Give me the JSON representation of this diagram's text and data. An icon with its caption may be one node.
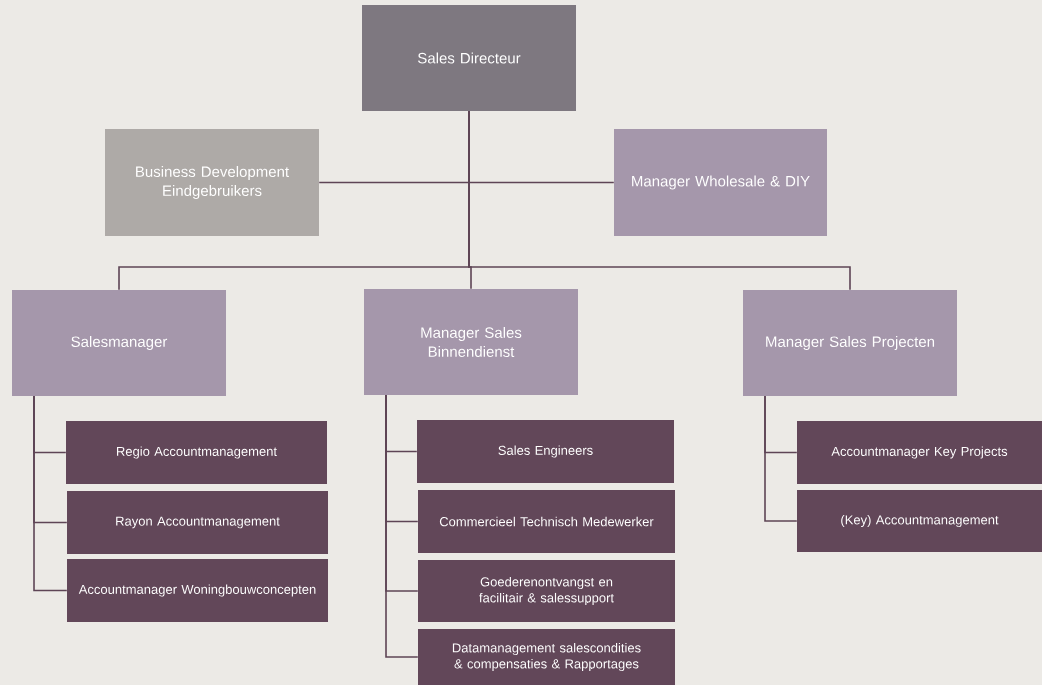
{
  "diagram": {
    "nodes": [
      {
        "text": [
          "Sales Directeur"
        ]
      },
      {
        "text": [
          "Business Development Eindgebruikers"
        ]
      },
      {
        "text": [
          "Manager Wholesale & DIY"
        ]
      },
      {
        "text": [
          "Salesmanager"
        ]
      },
      {
        "text": [
          "Manager Sales Binnendienst"
        ]
      },
      {
        "text": [
          "Manager Sales Projecten"
        ]
      },
      {
        "text": [
          "Regio Accountmanagement"
        ]
      },
      {
        "text": [
          "Rayon Accountmanagement"
        ]
      },
      {
        "text": [
          "Accountmanager Woningbouwconcepten"
        ]
      },
      {
        "text": [
          "Sales Engineers"
        ]
      },
      {
        "text": [
          "Commercieel Technisch Medewerker"
        ]
      },
      {
        "text": [
          "Goederenontvangst en facilitair & salessupport"
        ]
      },
      {
        "text": [
          "Datamanagement salescondities & compensaties & Rapportages"
        ]
      },
      {
        "text": [
          "Accountmanager Key Projects"
        ]
      },
      {
        "text": [
          "(Key) Accountmanagement"
        ]
      }
    ],
    "edges": [
      {
        "from": 0,
        "to": 1,
        "arrow": "none"
      },
      {
        "from": 0,
        "to": 2,
        "arrow": "none"
      },
      {
        "from": 0,
        "to": 3,
        "arrow": "none"
      },
      {
        "from": 0,
        "to": 4,
        "arrow": "none"
      },
      {
        "from": 0,
        "to": 5,
        "arrow": "none"
      },
      {
        "from": 3,
        "to": 6,
        "arrow": "none"
      },
      {
        "from": 3,
        "to": 7,
        "arrow": "none"
      },
      {
        "from": 3,
        "to": 8,
        "arrow": "none"
      },
      {
        "from": 4,
        "to": 9,
        "arrow": "none"
      },
      {
        "from": 4,
        "to": 10,
        "arrow": "none"
      },
      {
        "from": 4,
        "to": 11,
        "arrow": "none"
      },
      {
        "from": 4,
        "to": 12,
        "arrow": "none"
      },
      {
        "from": 5,
        "to": 13,
        "arrow": "none"
      },
      {
        "from": 5,
        "to": 14,
        "arrow": "none"
      }
    ]
  }
}
